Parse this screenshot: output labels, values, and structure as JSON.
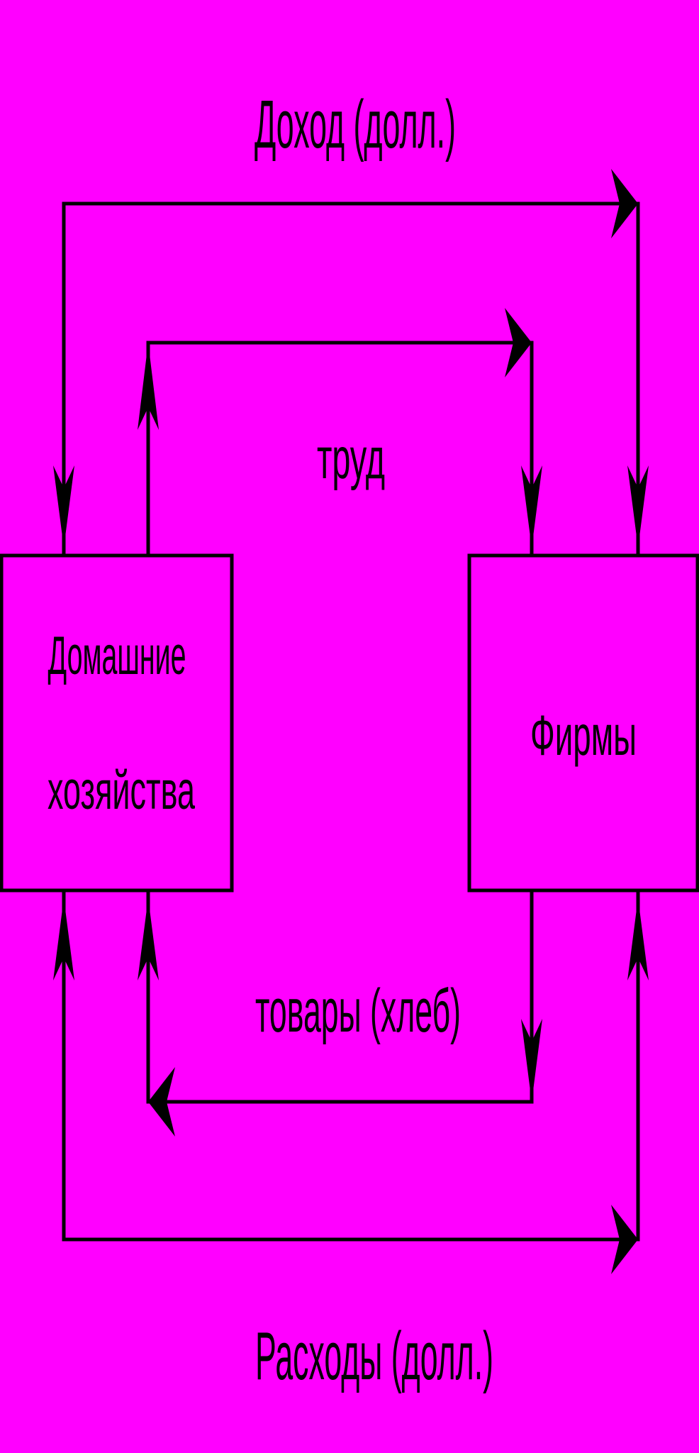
{
  "colors": {
    "background": "#ff00ff",
    "ink": "#000000"
  },
  "flows": {
    "income": "Доход (долл.)",
    "labor": "труд",
    "goods": "товары (хлеб)",
    "expenditure": "Расходы (долл.)"
  },
  "nodes": {
    "households": {
      "line1": "Домашние",
      "line2": "хозяйства"
    },
    "firms": {
      "label": "Фирмы"
    }
  }
}
